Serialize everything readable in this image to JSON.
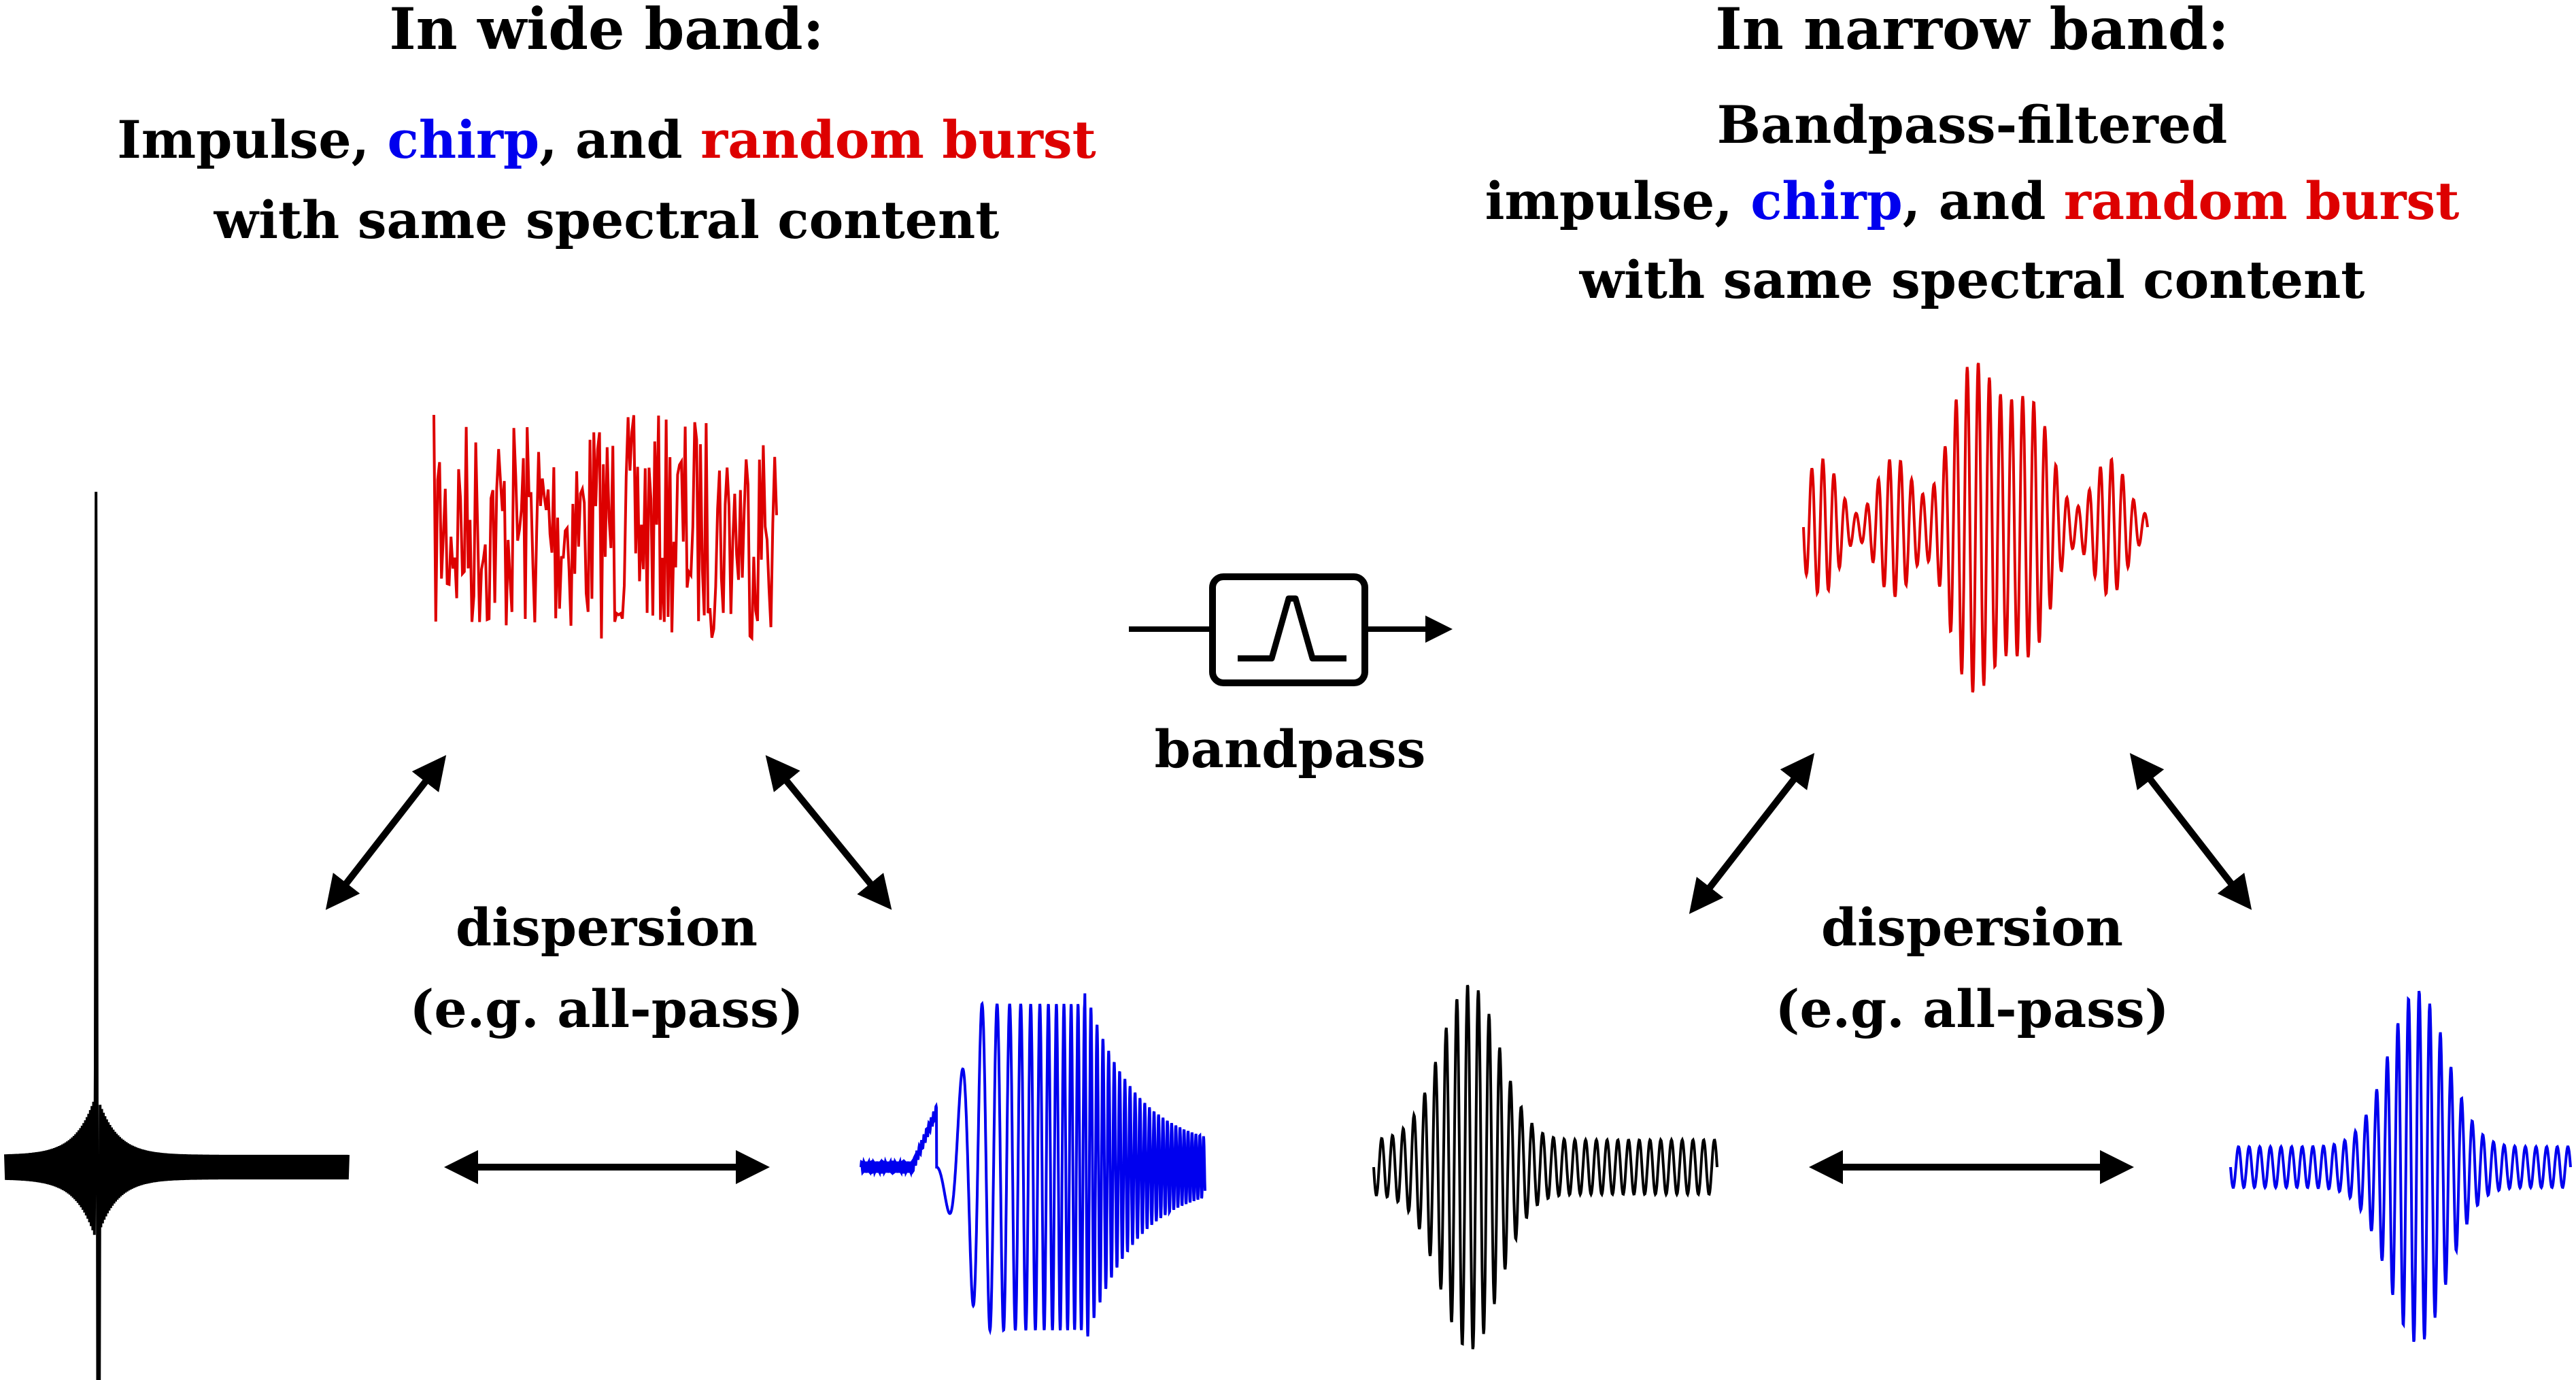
{
  "colors": {
    "black": "#000000",
    "blue": "#0000ee",
    "red": "#dd0000"
  },
  "left_panel": {
    "heading": "In wide band:",
    "subtitle_line1": {
      "part1": "Impulse, ",
      "chirp": "chirp",
      "part2": ", and ",
      "burst": "random burst"
    },
    "subtitle_line2": "with same spectral content",
    "center_label_line1": "dispersion",
    "center_label_line2": "(e.g.  all-pass)"
  },
  "right_panel": {
    "heading": "In narrow band:",
    "subtitle_line1": "Bandpass-filtered",
    "subtitle_line2": {
      "part1": "impulse, ",
      "chirp": "chirp",
      "part2": ", and ",
      "burst": "random burst"
    },
    "subtitle_line3": "with same spectral content",
    "center_label_line1": "dispersion",
    "center_label_line2": "(e.g.  all-pass)"
  },
  "filter": {
    "label": "bandpass",
    "icon": "bandpass-filter-icon"
  },
  "signals": {
    "wide_impulse": "impulse",
    "wide_chirp": "chirp",
    "wide_burst": "random burst",
    "narrow_impulse": "bandpass-filtered impulse",
    "narrow_chirp": "bandpass-filtered chirp",
    "narrow_burst": "bandpass-filtered random burst"
  }
}
